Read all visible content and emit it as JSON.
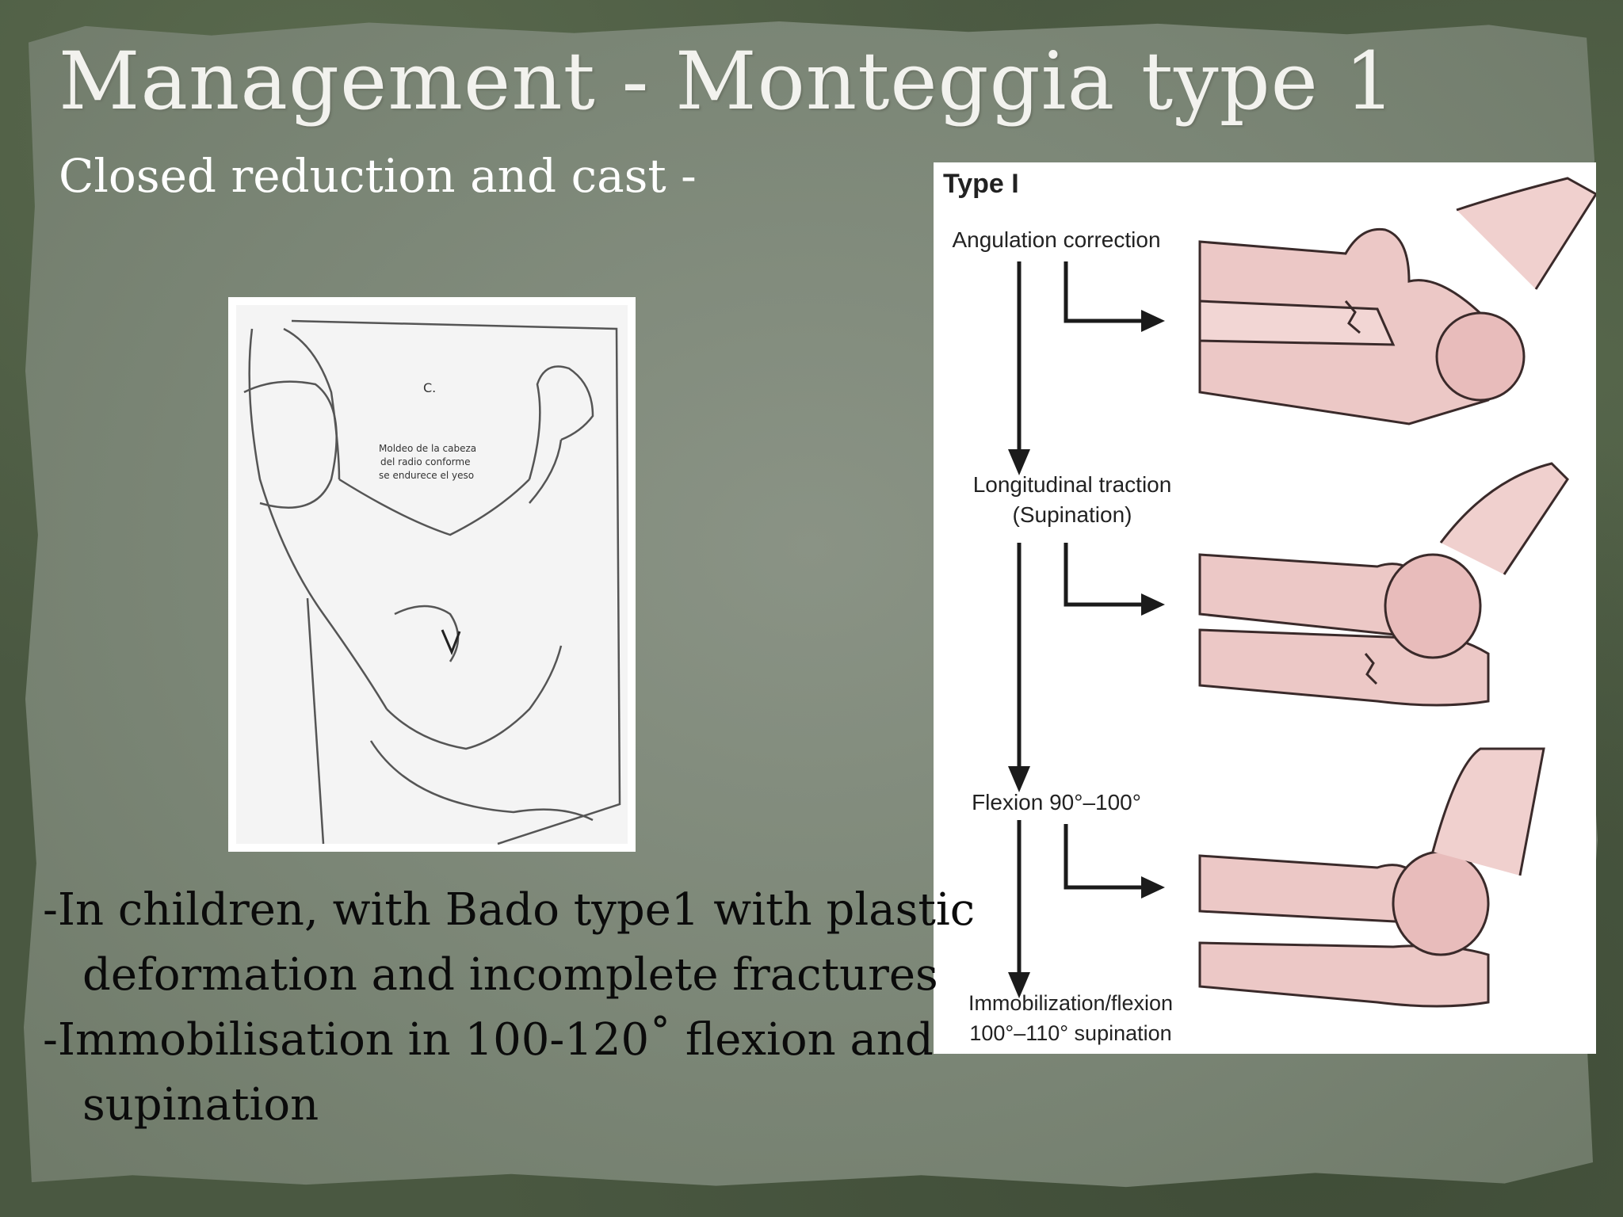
{
  "slide": {
    "title": "Management - Monteggia type 1",
    "subtitle": "Closed reduction and cast -",
    "bullets": [
      "-In children, with Bado type1 with plastic deformation and incomplete fractures",
      "-Immobilisation in 100-120˚ flexion and supination"
    ]
  },
  "sketch": {
    "label": "C.",
    "caption_lines": [
      "Moldeo de la cabeza",
      "del radio conforme",
      "se endurece el yeso"
    ]
  },
  "figure": {
    "title": "Type I",
    "steps": [
      "Angulation correction",
      "Longitudinal traction\n(Supination)",
      "Flexion 90°–100°",
      "Immobilization/flexion\n100°–110° supination"
    ]
  },
  "colors": {
    "background": "#4a5841",
    "panel": "#7f8979",
    "bone_fill": "#ecc8c6",
    "bone_outline": "#3a2a2a"
  }
}
